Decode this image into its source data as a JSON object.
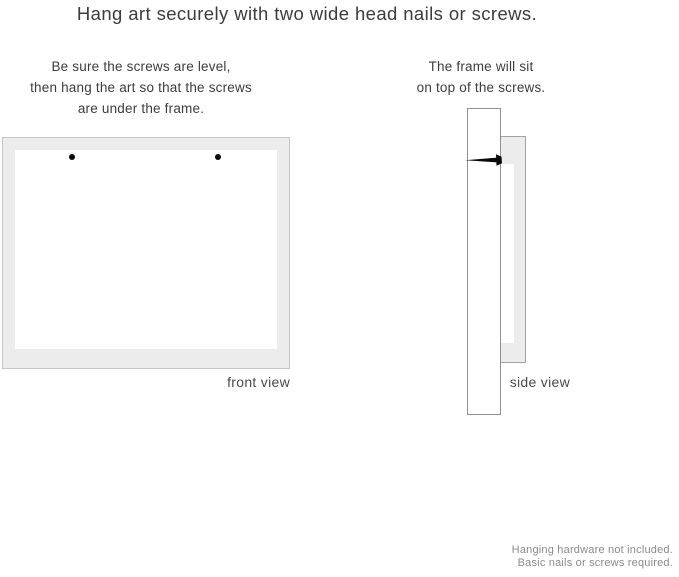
{
  "title": "Hang art securely with two wide head nails or screws.",
  "front_section": {
    "instruction": [
      "Be sure the screws are level,",
      "then hang the art so that the screws",
      "are under the frame."
    ],
    "label": "front view",
    "nail_count": 2
  },
  "side_section": {
    "instruction": [
      "The frame will sit",
      "on top of the screws."
    ],
    "label": "side view"
  },
  "footnote": [
    "Hanging hardware not included.",
    "Basic nails or screws required."
  ],
  "colors": {
    "frame_fill": "#ececec",
    "frame_border": "#c6c6c6",
    "side_border": "#8f8f8f",
    "nail": "#0a0a0a",
    "text_dark": "#3c3c3c",
    "text_label": "#4a4a4a",
    "text_footnote": "#8a8a8a"
  }
}
